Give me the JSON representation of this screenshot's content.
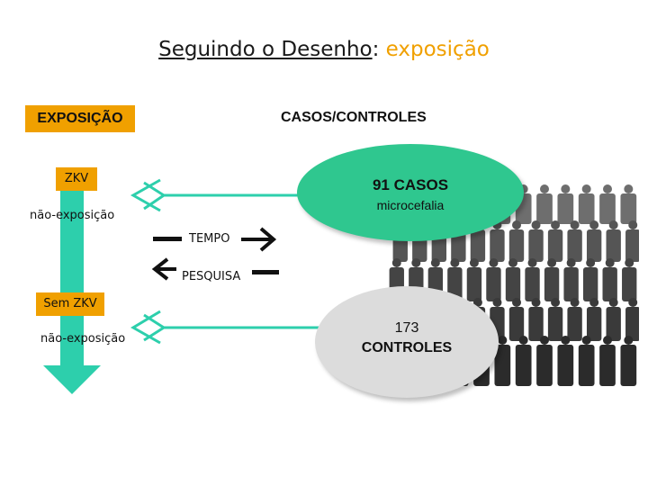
{
  "title": {
    "part1": "Seguindo o Desenho",
    "sep": ":",
    "part2": "exposição"
  },
  "headers": {
    "exposicao": "EXPOSIÇÃO",
    "casos_controles": "CASOS/CONTROLES"
  },
  "exposed_group": {
    "label": "ZKV",
    "sublabel": "não-exposição"
  },
  "unexposed_group": {
    "label": "Sem ZKV",
    "sublabel": "não-exposição"
  },
  "arrows": {
    "tempo": "TEMPO",
    "pesquisa": "PESQUISA"
  },
  "cases": {
    "count": "91 CASOS",
    "subtitle": "microcefalia"
  },
  "controls": {
    "count": "173",
    "label": "CONTROLES"
  },
  "colors": {
    "accent": "#f0a000",
    "teal": "#2dcfac",
    "case_green": "#2fc78f",
    "control_gray": "#dcdcdc"
  }
}
